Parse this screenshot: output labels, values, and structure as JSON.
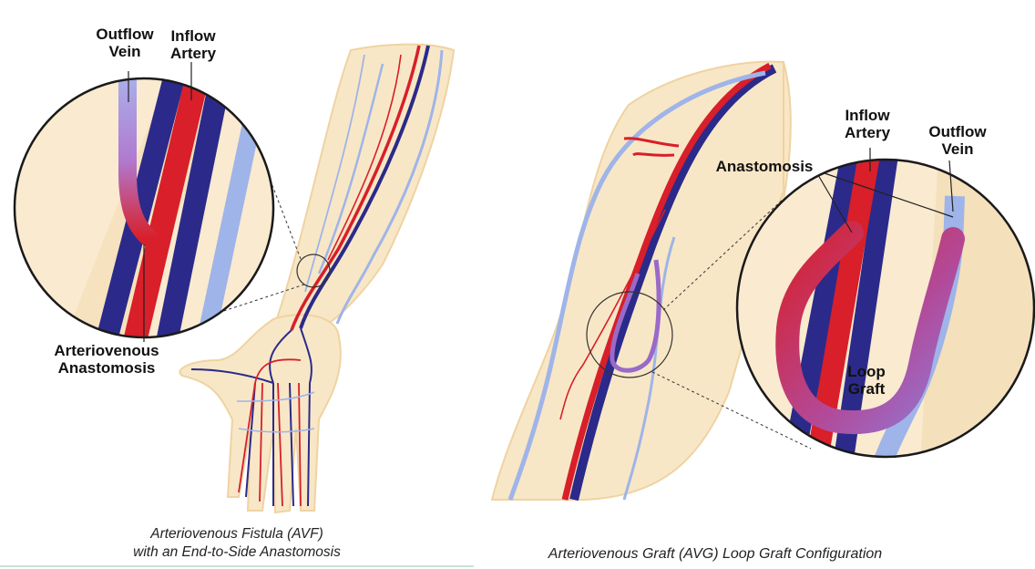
{
  "avf": {
    "label_outflow_vein": "Outflow\nVein",
    "label_inflow_artery": "Inflow\nArtery",
    "label_anastomosis": "Arteriovenous\nAnastomosis",
    "caption": "Arteriovenous Fistula (AVF)\nwith an End-to-Side Anastomosis"
  },
  "avg": {
    "label_inflow_artery": "Inflow\nArtery",
    "label_outflow_vein": "Outflow\nVein",
    "label_anastomosis": "Anastomosis",
    "label_loop_graft": "Loop\nGraft",
    "caption": "Arteriovenous Graft (AVG) Loop Graft Configuration"
  },
  "colors": {
    "artery": "#d81f2a",
    "vein_deep": "#2b2a8a",
    "vein_light": "#9fb4e8",
    "skin": "#f7e6c4",
    "graft": "#9a6ac8"
  }
}
